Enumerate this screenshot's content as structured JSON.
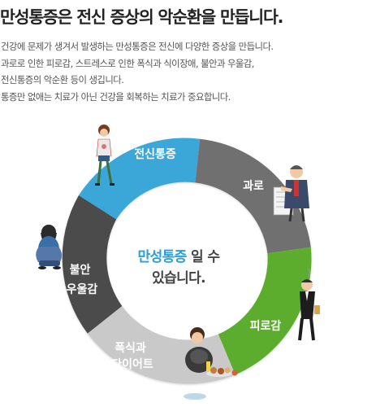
{
  "title": "만성통증은 전신 증상의 악순환을 만듭니다.",
  "description": [
    "건강에 문제가 생겨서 발생하는 만성통증은 전신에 다양한 증상을 만듭니다.",
    "과로로 인한 피로감, 스트레스로 인한 폭식과 식이장애, 불안과 우울감,",
    "전신통증의 악순환 등이 생깁니다.",
    "통증만 없애는 치료가 아닌 건강을 회복하는 치료가 중요합니다."
  ],
  "cycle": {
    "segments": [
      {
        "lines": [
          "전신통증"
        ],
        "color": "#3aa6d8"
      },
      {
        "lines": [
          "과로"
        ],
        "color": "#707070"
      },
      {
        "lines": [
          "피로감"
        ],
        "color": "#5cad2e"
      },
      {
        "lines": [
          "폭식과",
          "다이어트"
        ],
        "color": "#c9c9c9"
      },
      {
        "lines": [
          "불안",
          "우울감"
        ],
        "color": "#4b4b4b"
      }
    ],
    "center_highlight": "만성통증",
    "center_rest": " 일 수",
    "center_line2": "있습니다."
  },
  "icons": [
    "woman-pain-icon",
    "overworked-man-icon",
    "tired-man-icon",
    "overeating-woman-icon",
    "sad-woman-icon"
  ]
}
